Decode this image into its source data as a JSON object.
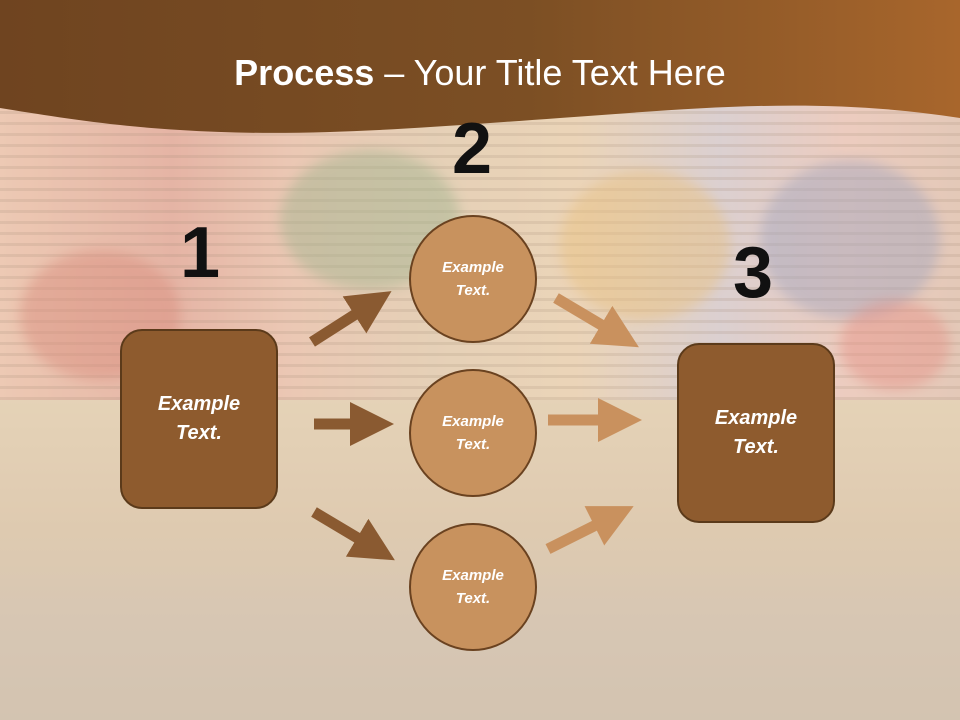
{
  "title": {
    "bold": "Process",
    "rest": " – Your Title Text Here"
  },
  "colors": {
    "header": "#7a4e25",
    "box": "#8e5b2e",
    "circle": "#c8925e",
    "arrow_dark": "#8a5a31",
    "arrow_light": "#c9915e"
  },
  "numbers": {
    "n1": "1",
    "n2": "2",
    "n3": "3"
  },
  "left_box": {
    "label": "Example\nText."
  },
  "right_box": {
    "label": "Example\nText."
  },
  "circles": [
    {
      "label": "Example\nText."
    },
    {
      "label": "Example\nText."
    },
    {
      "label": "Example\nText."
    }
  ]
}
